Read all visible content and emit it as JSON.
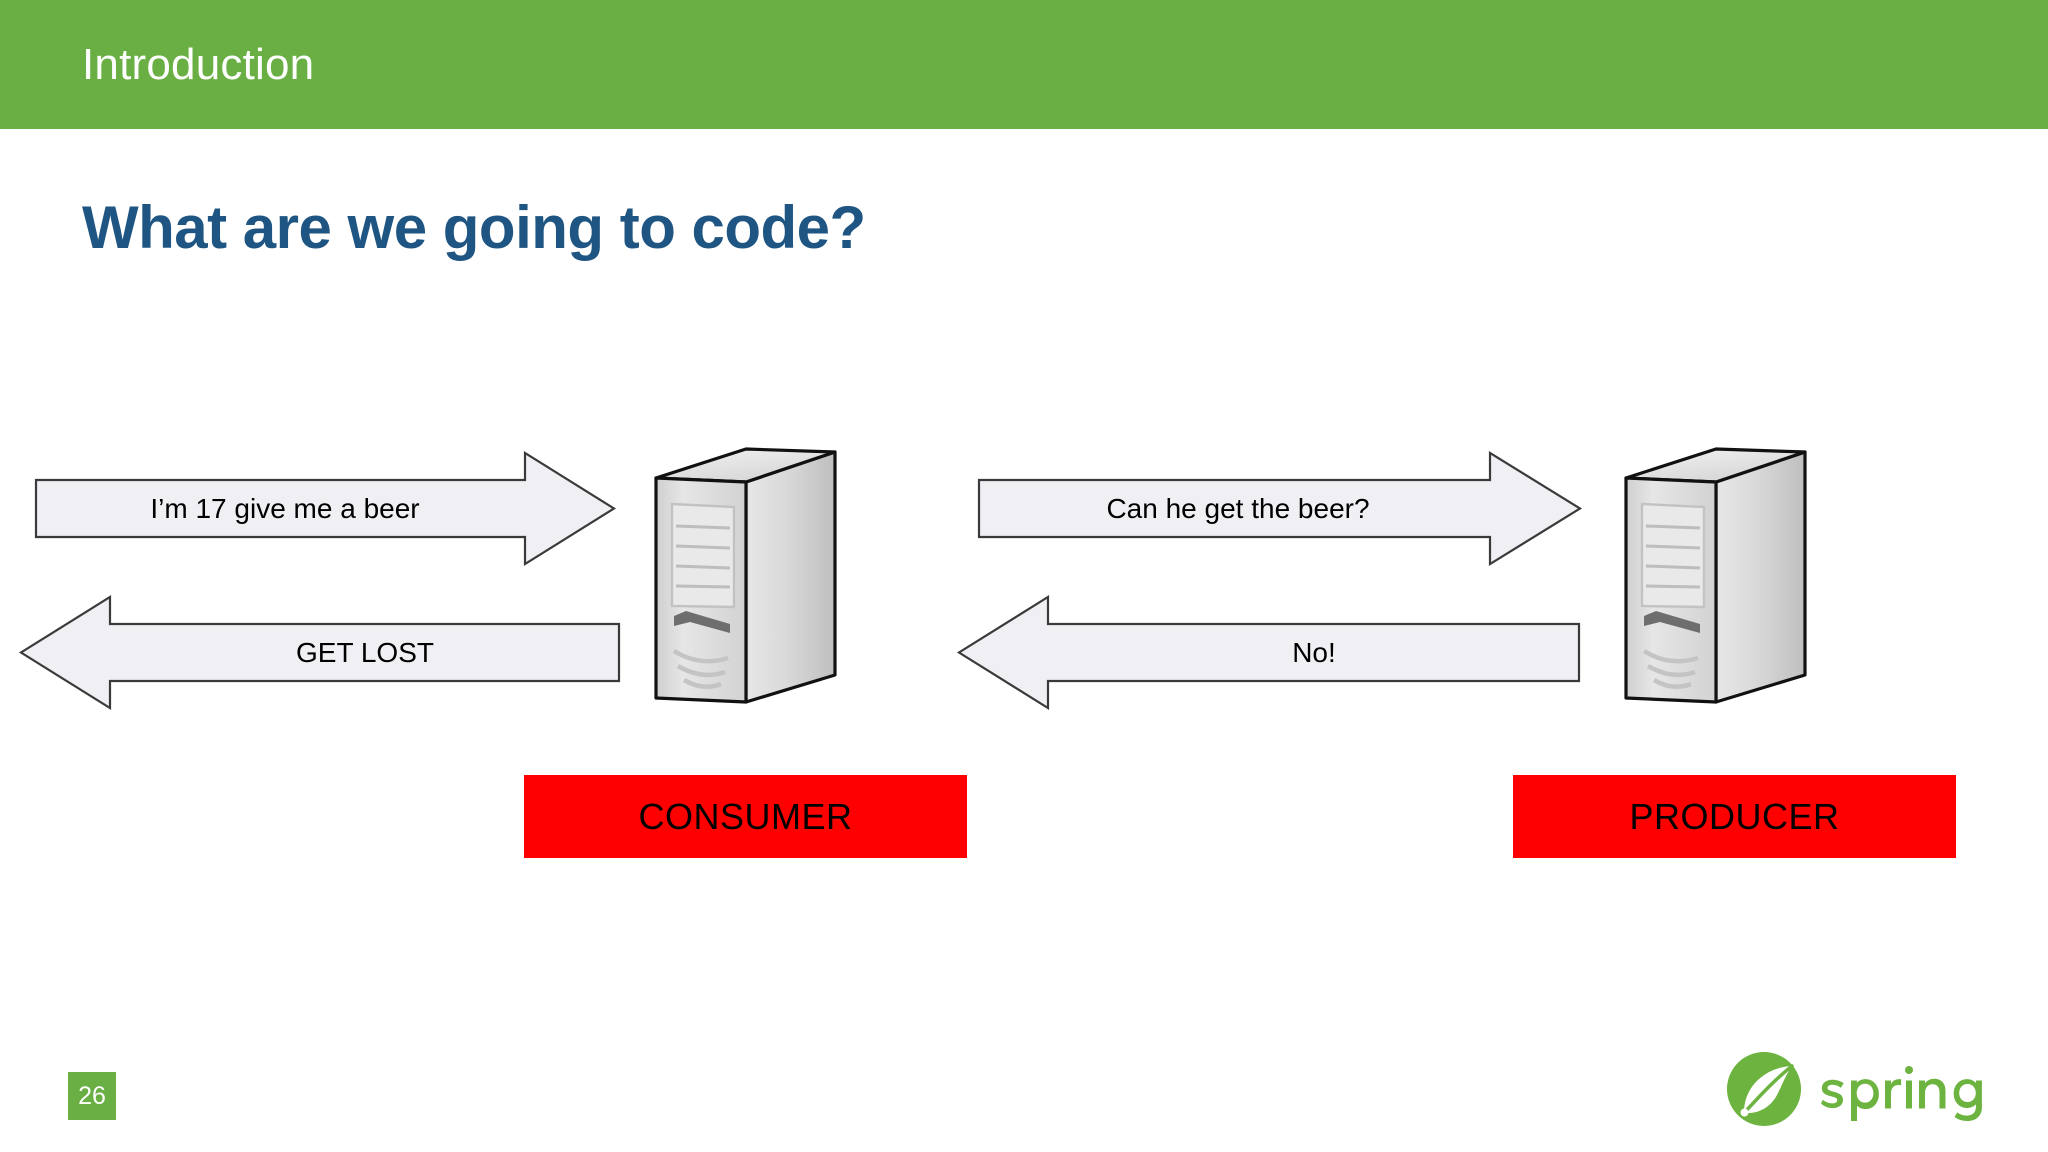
{
  "slide": {
    "header_label": "Introduction",
    "title": "What are we going to code?",
    "page_number": "26",
    "brand_name": "spring"
  },
  "colors": {
    "header_green": "#69AF43",
    "title_blue": "#1F5582",
    "role_red": "#FE0000",
    "arrow_fill": "#F0EFF3",
    "arrow_stroke": "#3A3A3A",
    "spring_green": "#6DB33F"
  },
  "diagram": {
    "type": "sequence-exchange",
    "nodes": [
      {
        "id": "consumer",
        "label": "CONSUMER",
        "icon": "server-tower-icon"
      },
      {
        "id": "producer",
        "label": "PRODUCER",
        "icon": "server-tower-icon"
      }
    ],
    "messages": [
      {
        "id": "msg-request-beer",
        "text": "I’m 17 give me a beer",
        "direction": "right",
        "from": "client",
        "to": "consumer"
      },
      {
        "id": "msg-get-lost",
        "text": "GET LOST",
        "direction": "left",
        "from": "consumer",
        "to": "client"
      },
      {
        "id": "msg-can-he-get-beer",
        "text": "Can he get the beer?",
        "direction": "right",
        "from": "consumer",
        "to": "producer"
      },
      {
        "id": "msg-no",
        "text": "No!",
        "direction": "left",
        "from": "producer",
        "to": "consumer"
      }
    ]
  }
}
